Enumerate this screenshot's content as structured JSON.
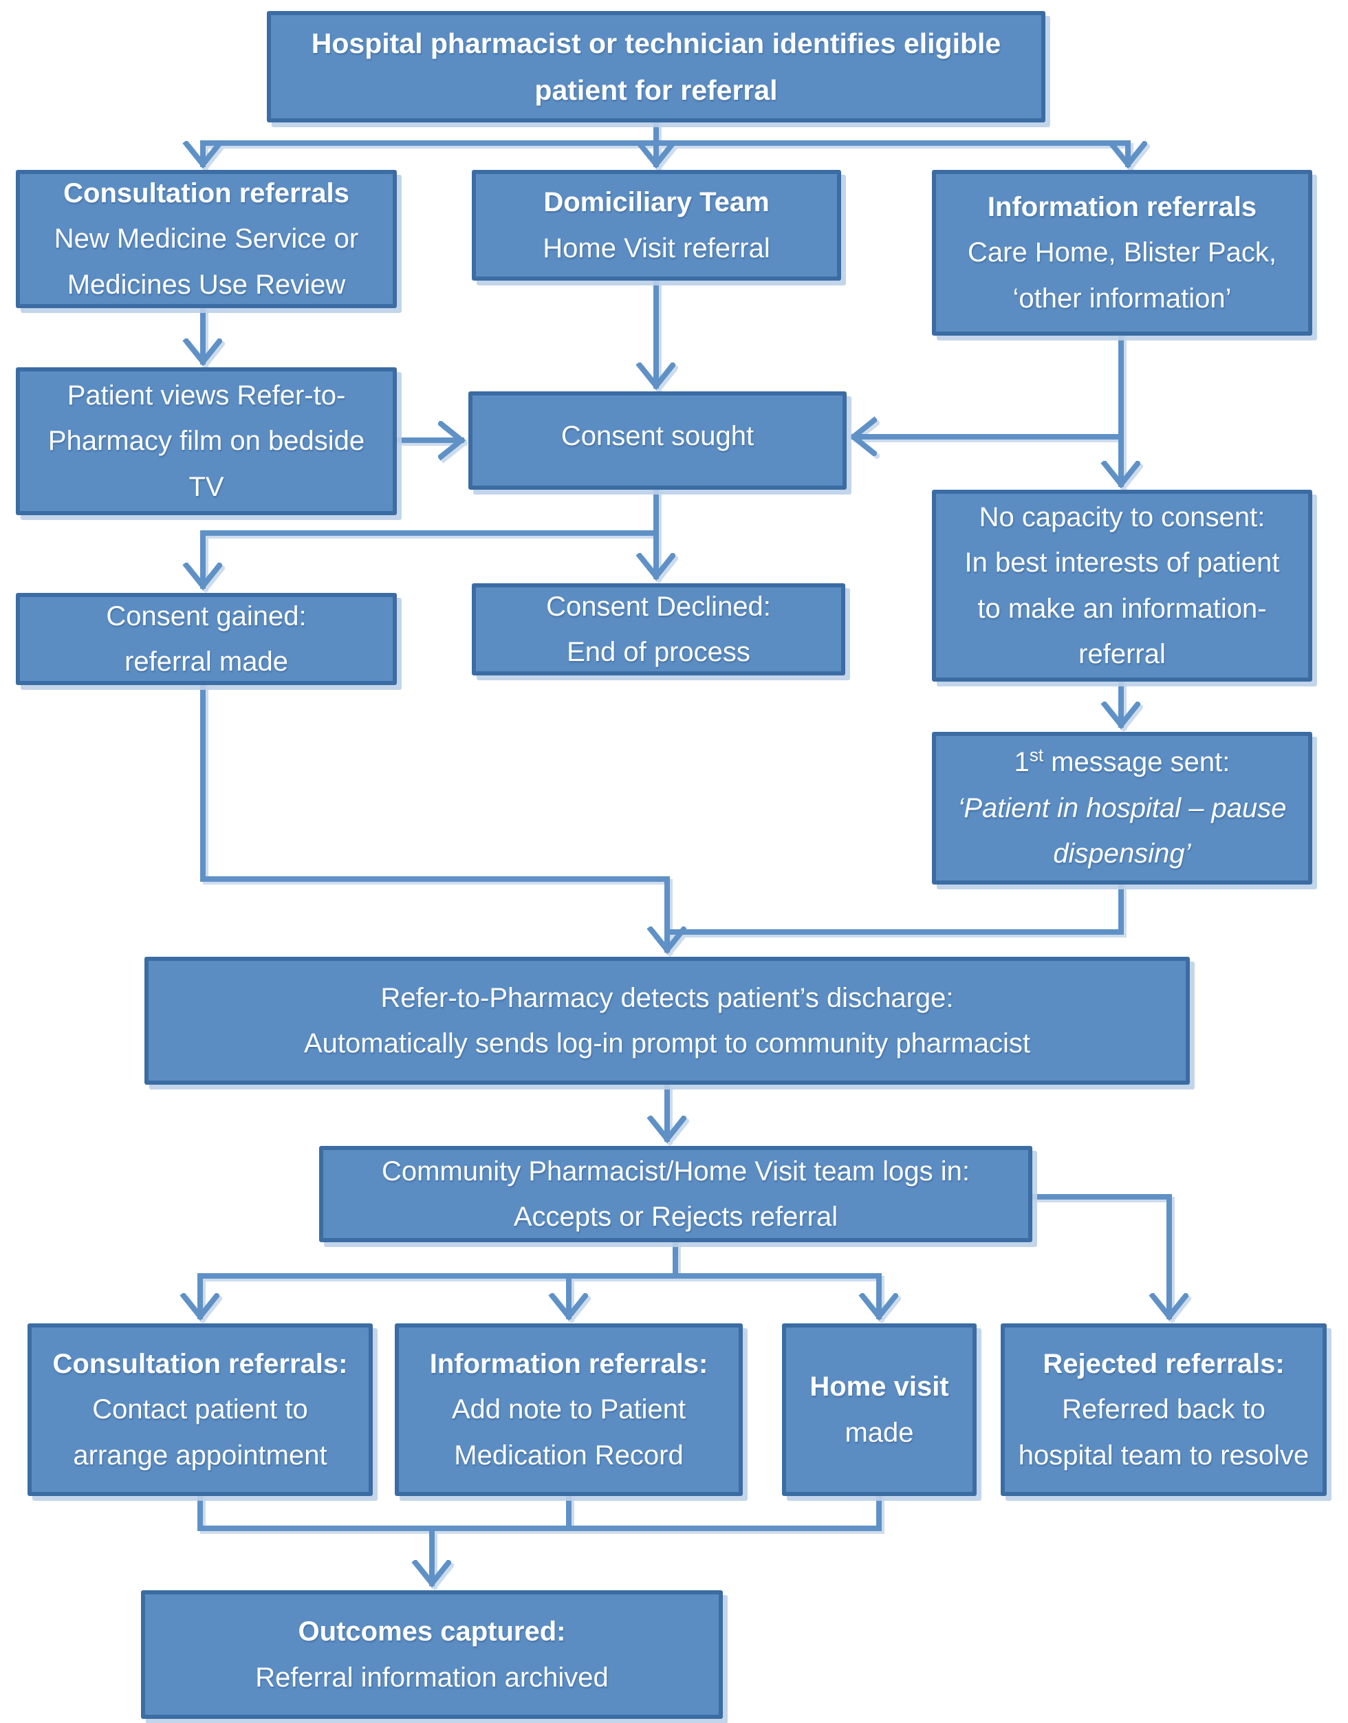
{
  "colors": {
    "box_fill": "#5b8dc3",
    "box_border": "#3b6ca3",
    "connector": "#5f91c6",
    "text": "#ffffff"
  },
  "nodes": {
    "top": {
      "l1": "Hospital pharmacist or technician identifies eligible",
      "l2": "patient for referral"
    },
    "consult1": {
      "t": "Consultation referrals",
      "l1": "New Medicine Service or",
      "l2": "Medicines Use Review"
    },
    "domiciliary": {
      "t": "Domiciliary Team",
      "l1": "Home Visit referral"
    },
    "info1": {
      "t": "Information referrals",
      "l1": "Care Home, Blister Pack,",
      "l2": "‘other information’"
    },
    "patient_views": {
      "l1": "Patient views Refer-to-",
      "l2": "Pharmacy film on bedside",
      "l3": "TV"
    },
    "consent_sought": {
      "l1": "Consent sought"
    },
    "no_capacity": {
      "l1": "No capacity to consent:",
      "l2": "In best interests of patient",
      "l3": "to make an information-",
      "l4": "referral"
    },
    "consent_gained": {
      "l1": "Consent gained:",
      "l2": "referral made"
    },
    "consent_declined": {
      "l1": "Consent Declined:",
      "l2": "End of process"
    },
    "first_message": {
      "pre": "1",
      "sup": "st",
      "post": " message sent:",
      "l2": "‘Patient in hospital – pause",
      "l3": "dispensing’"
    },
    "detects": {
      "l1": "Refer-to-Pharmacy detects patient’s discharge:",
      "l2": "Automatically sends log-in prompt to community pharmacist"
    },
    "community": {
      "l1": "Community Pharmacist/Home Visit team logs in:",
      "l2": "Accepts or Rejects referral"
    },
    "consult2": {
      "t": "Consultation referrals:",
      "l1": "Contact patient to",
      "l2": "arrange appointment"
    },
    "info2": {
      "t": "Information referrals:",
      "l1": "Add note to Patient",
      "l2": "Medication Record"
    },
    "home_visit": {
      "t": "Home visit",
      "l1": "made"
    },
    "rejected": {
      "t": "Rejected referrals:",
      "l1": "Referred back to",
      "l2": "hospital team to resolve"
    },
    "outcomes": {
      "t": "Outcomes captured:",
      "l1": "Referral information archived"
    }
  }
}
